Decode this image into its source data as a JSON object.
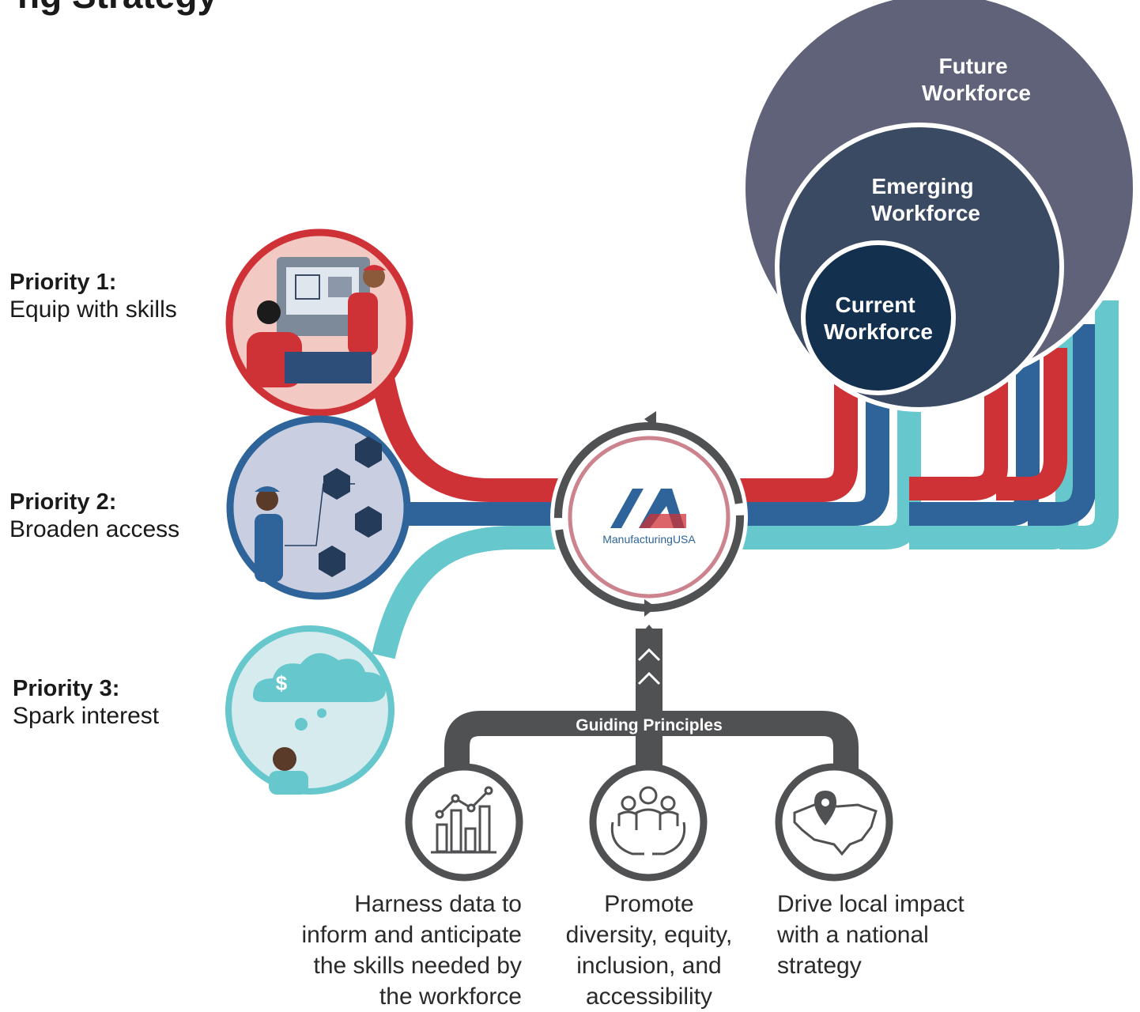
{
  "title_fragment": "ng Strategy",
  "workforce": {
    "future": [
      "Future",
      "Workforce"
    ],
    "emerging": [
      "Emerging",
      "Workforce"
    ],
    "current": [
      "Current",
      "Workforce"
    ]
  },
  "priorities": [
    {
      "label": "Priority 1:",
      "text": "Equip with skills",
      "color": "#cf3236"
    },
    {
      "label": "Priority 2:",
      "text": "Broaden access",
      "color": "#2e6499"
    },
    {
      "label": "Priority 3:",
      "text": "Spark interest",
      "color": "#66c8cc"
    }
  ],
  "hub": {
    "brand": "ManufacturingUSA"
  },
  "guiding_label": "Guiding Principles",
  "principles": [
    {
      "lines": [
        "Harness data to",
        "inform and anticipate",
        "the skills needed by",
        "the workforce"
      ],
      "icon": "bar-chart-icon"
    },
    {
      "lines": [
        "Promote",
        "diversity, equity,",
        "inclusion, and",
        "accessibility"
      ],
      "icon": "people-hands-icon"
    },
    {
      "lines": [
        "Drive local impact",
        "with a national",
        "strategy"
      ],
      "icon": "us-map-pin-icon"
    }
  ],
  "colors": {
    "red": "#cf3236",
    "blue": "#2e6499",
    "teal": "#66c8cc",
    "gray": "#505153",
    "future": "#5f6278",
    "emerging": "#3a4a63",
    "current": "#13304f"
  }
}
